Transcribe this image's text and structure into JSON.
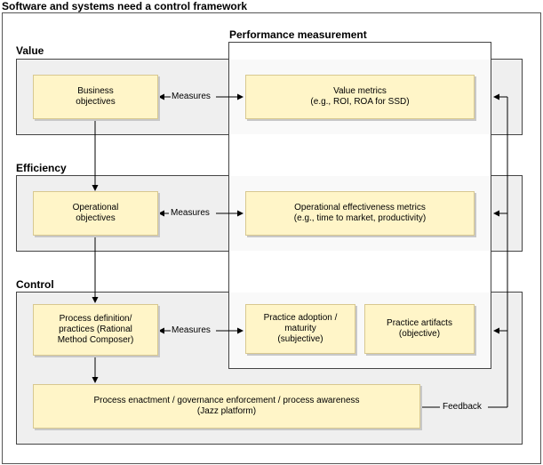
{
  "title": "Software and systems need a control framework",
  "sections": {
    "value": "Value",
    "efficiency": "Efficiency",
    "control": "Control",
    "performance": "Performance measurement"
  },
  "boxes": {
    "business_objectives": "Business\nobjectives",
    "operational_objectives": "Operational\nobjectives",
    "process_definition": "Process definition/\npractices (Rational\nMethod Composer)",
    "process_enactment": "Process enactment / governance enforcement / process awareness\n(Jazz platform)",
    "value_metrics": "Value metrics\n(e.g., ROI, ROA for SSD)",
    "operational_metrics": "Operational effectiveness metrics\n(e.g., time to market, productivity)",
    "practice_adoption": "Practice adoption /\nmaturity\n(subjective)",
    "practice_artifacts": "Practice artifacts\n(objective)"
  },
  "labels": {
    "measures_1": "Measures",
    "measures_2": "Measures",
    "measures_3": "Measures",
    "feedback": "Feedback"
  }
}
